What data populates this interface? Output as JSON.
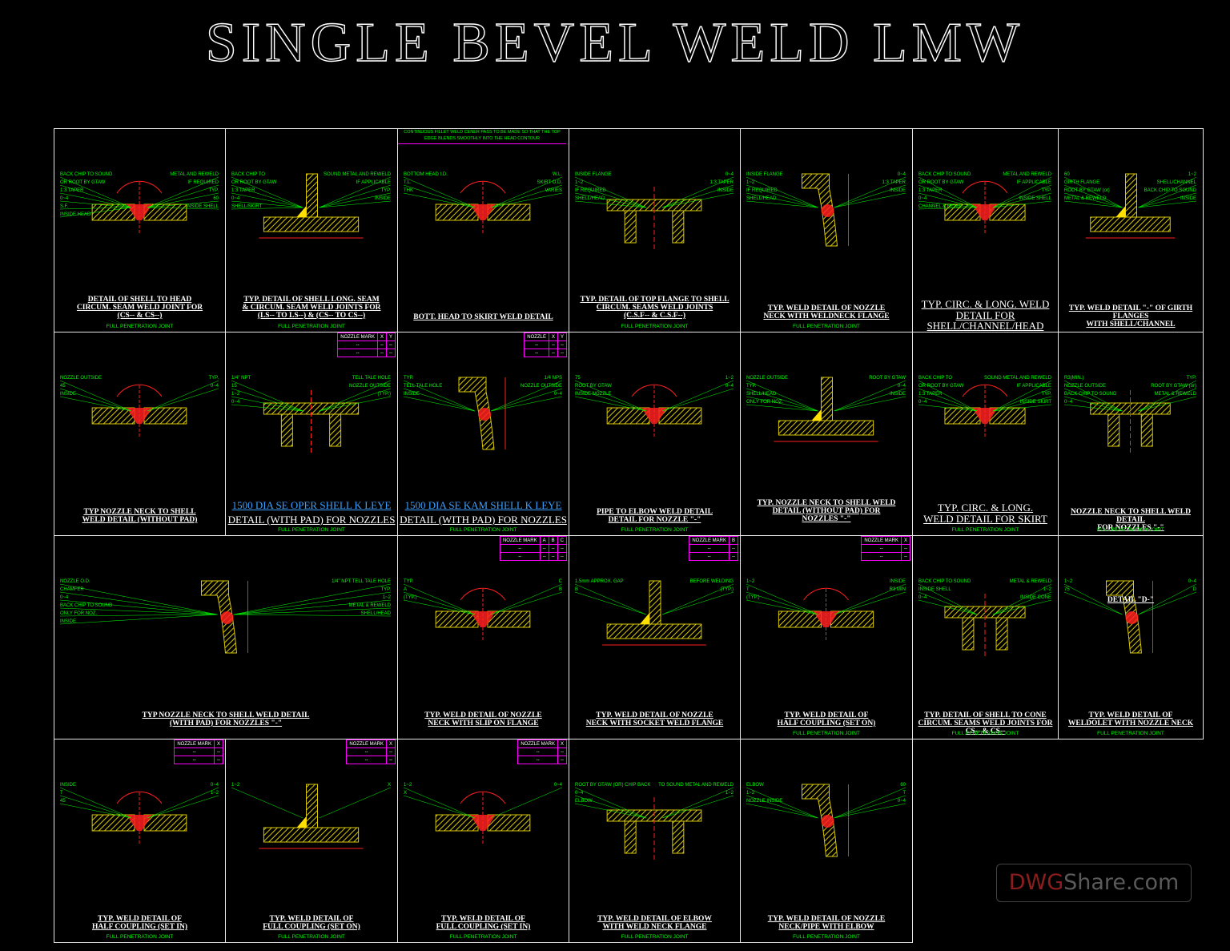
{
  "title": "SINGLE BEVEL WELD LMW",
  "watermark": {
    "part1": "DWG",
    "part2": "Share.com"
  },
  "top_note": "CONTINUOUS FILLET WELD CENER PASS TO BE MADE SO THAT THE TOP EDGE BLENDS SMOOTHLY INTO THE HEAD CONTOUR",
  "colors": {
    "background": "#000000",
    "frame": "#e8e8e8",
    "hatch": "#d8c800",
    "weld": "#ff2020",
    "labels": "#00ff00",
    "table": "#ff00ff",
    "link": "#3aa0ff"
  },
  "cells": [
    {
      "id": "c1",
      "title": "DETAIL OF SHELL TO HEAD\nCIRCUM. SEAM WELD JOINT FOR\n(CS-- & CS--)",
      "sub": "FULL PENETRATION JOINT",
      "labels": [
        "BACK CHIP TO SOUND",
        "METAL AND REWELD",
        "OR ROOT BY GTAW",
        "IF REQUIRED",
        "1:3 TAPER",
        "TYP.",
        "0~4",
        "60",
        "S.F.",
        "INSIDE SHELL",
        "INSIDE HEAD"
      ]
    },
    {
      "id": "c2",
      "title": "TYP. DETAIL OF SHELL LONG. SEAM\n& CIRCUM. SEAM WELD JOINTS FOR\n(LS-- TO LS--) & (CS-- TO CS--)",
      "sub": "FULL PENETRATION JOINT",
      "labels": [
        "BACK CHIP TO",
        "SOUND METAL AND REWELD",
        "OR ROOT BY GTAW",
        "IF APPLICABLE",
        "1:3 TAPER",
        "TYP.",
        "0~4",
        "INSIDE",
        "SHELL/SKIRT"
      ]
    },
    {
      "id": "c3",
      "title": "BOTT. HEAD TO SKIRT WELD DETAIL",
      "sub": "",
      "labels": [
        "BOTTOM HEAD I.D.",
        "W.L.",
        "T.L.",
        "SKIRT O.D.",
        "THK",
        "VARIES"
      ]
    },
    {
      "id": "c4",
      "title": "TYP. DETAIL OF TOP FLANGE TO SHELL\nCIRCUM. SEAMS WELD JOINTS\n(C.S.F-- & C.S.F--)",
      "sub": "FULL PENETRATION JOINT",
      "labels": [
        "INSIDE FLANGE",
        "0~4",
        "1~2",
        "1:3 TAPER",
        "IF REQUIRED",
        "INSIDE",
        "SHELL/HEAD"
      ]
    },
    {
      "id": "c5",
      "title": "TYP. WELD DETAIL OF NOZZLE\nNECK WITH WELDNECK FLANGE",
      "sub": "FULL PENETRATION JOINT",
      "labels": [
        "INSIDE FLANGE",
        "0~4",
        "1~2",
        "1:3 TAPER",
        "IF REQUIRED",
        "INSIDE",
        "SHELL/HEAD"
      ]
    },
    {
      "id": "c6",
      "title": "TYP. CIRC. & LONG. WELD\nDETAIL FOR SHELL/CHANNEL/HEAD",
      "sub": "",
      "labels": [
        "BACK CHIP TO SOUND",
        "METAL AND REWELD",
        "OR ROOT BY GTAW",
        "IF APPLICABLE",
        "1:3 TAPER",
        "TYP.",
        "0~4",
        "INSIDE SHELL",
        "CHANNEL & HEAD"
      ]
    },
    {
      "id": "c7",
      "title": "TYP. WELD DETAIL \"-\" OF GIRTH FLANGES\nWITH SHELL/CHANNEL",
      "sub": "",
      "labels": [
        "60",
        "1~2",
        "GIRTH FLANGE",
        "SHELL/CHANNEL",
        "ROOT BY GTAW (or)",
        "BACK CHIP TO SOUND",
        "METAL & REWELD",
        "INSIDE"
      ]
    },
    {
      "id": "c8",
      "title": "TYP NOZZLE NECK TO SHELL\nWELD DETAIL (WITHOUT PAD)",
      "sub": "",
      "labels": [
        "NOZZLE OUTSIDE",
        "TYP.",
        "45",
        "0~4",
        "INSIDE"
      ]
    },
    {
      "id": "c9",
      "title": "DETAIL (WITH PAD) FOR NOZZLES",
      "blue": "1500 DIA SE OPER SHELL K LEYE",
      "sub": "FULL PENETRATION JOINT",
      "table": [
        [
          "NOZZLE MARK",
          "X",
          "Y"
        ],
        [
          "--",
          "--",
          "--"
        ],
        [
          "--",
          "--",
          "--"
        ]
      ],
      "labels": [
        "1/4\" NPT",
        "TELL TALE HOLE",
        "15",
        "NOZZLE OUTSIDE",
        "1~2",
        "(TYP.)",
        "0~4"
      ]
    },
    {
      "id": "c10",
      "title": "DETAIL (WITH PAD) FOR NOZZLES",
      "blue": "1500 DIA SE KAM SHELL K LEYE",
      "sub": "FULL PENETRATION JOINT",
      "table": [
        [
          "NOZZLE",
          "X",
          "Y"
        ],
        [
          "--",
          "--",
          "--"
        ],
        [
          "--",
          "--",
          "--"
        ]
      ],
      "labels": [
        "TYP.",
        "1/4 NPS",
        "TELL TALE HOLE",
        "NOZZLE OUTSIDE",
        "INSIDE",
        "0~4"
      ]
    },
    {
      "id": "c11",
      "title": "PIPE TO ELBOW WELD DETAIL\nDETAIL FOR NOZZLE \"-\"",
      "sub": "FULL PENETRATION JOINT",
      "labels": [
        "75",
        "1~2",
        "ROOT BY GTAW",
        "0~4",
        "INSIDE NOZZLE"
      ]
    },
    {
      "id": "c12",
      "title": "TYP. NOZZLE NECK TO SHELL WELD\nDETAIL (WITHOUT PAD) FOR\nNOZZLES \"-\"",
      "sub": "",
      "labels": [
        "NOZZLE OUTSIDE",
        "ROOT BY GTAW",
        "TYP.",
        "0~4",
        "SHELL/HEAD",
        "INSIDE",
        "ONLY FOR NOZ."
      ]
    },
    {
      "id": "c13",
      "title": "TYP. CIRC. & LONG.\nWELD DETAIL FOR SKIRT",
      "sub": "FULL PENETRATION JOINT",
      "labels": [
        "BACK CHIP TO",
        "SOUND METAL AND REWELD",
        "OR ROOT BY GTAW",
        "IF APPLICABLE",
        "1:3 TAPER",
        "TYP.",
        "0~4",
        "INSIDE SKIRT"
      ]
    },
    {
      "id": "c14",
      "title": "NOZZLE NECK TO SHELL WELD DETAIL\nFOR NOZZLES \"-\"",
      "sub": "FULL PENETRATION JOINT",
      "labels": [
        "R3(MIN.)",
        "TYP.",
        "NOZZLE OUTSIDE",
        "ROOT BY GTAW (or)",
        "BACK CHIP TO SOUND",
        "METAL & REWELD",
        "0~4"
      ]
    },
    {
      "id": "c15",
      "title": "TYP NOZZLE NECK TO SHELL WELD DETAIL\n(WITH PAD) FOR NOZZLES \"-\"",
      "sub": "",
      "labels": [
        "NOZZLE O.D.",
        "1/4\" NPT TELL TALE HOLE",
        "CHAMFER",
        "TYP.",
        "0~4",
        "1~2",
        "BACK CHIP TO SOUND",
        "METAL & REWELD",
        "ONLY FOR NOZ.",
        "SHELL/HEAD",
        "INSIDE"
      ]
    },
    {
      "id": "c16",
      "title": "TYP. WELD DETAIL OF NOZZLE\nNECK WITH SLIP ON FLANGE",
      "sub": "",
      "table": [
        [
          "NOZZLE MARK",
          "A",
          "B",
          "C"
        ],
        [
          "--",
          "--",
          "--",
          "--"
        ],
        [
          "--",
          "--",
          "--",
          "--"
        ]
      ],
      "labels": [
        "TYP.",
        "C",
        "A",
        "B",
        "(TYP.)"
      ]
    },
    {
      "id": "c17",
      "title": "TYP. WELD DETAIL OF NOZZLE\nNECK WITH SOCKET WELD FLANGE",
      "sub": "",
      "table": [
        [
          "NOZZLE MARK",
          "B"
        ],
        [
          "--",
          "--"
        ],
        [
          "--",
          "--"
        ]
      ],
      "labels": [
        "1.5mm APPROX. GAP",
        "BEFORE WELDING",
        "B",
        "(TYP.)"
      ]
    },
    {
      "id": "c18",
      "title": "TYP. WELD DETAIL OF\nHALF COUPLING (SET ON)",
      "sub": "FULL PENETRATION JOINT",
      "table": [
        [
          "NOZZLE MARK",
          "X"
        ],
        [
          "--",
          "--"
        ],
        [
          "--",
          "--"
        ]
      ],
      "labels": [
        "1~2",
        "INSIDE",
        "T",
        "R3 MIN",
        "(TYP.)"
      ]
    },
    {
      "id": "c19",
      "title": "TYP. DETAIL OF SHELL TO CONE\nCIRCUM. SEAMS WELD JOINTS FOR CS-- & CS--",
      "sub": "FULL PENETRATION JOINT",
      "labels": [
        "BACK CHIP TO SOUND",
        "METAL & REWELD",
        "INSIDE SHELL",
        "1~2",
        "0~4",
        "INSIDE CONE"
      ]
    },
    {
      "id": "c20",
      "title": "TYP. WELD DETAIL OF\nWELDOLET WITH NOZZLE NECK",
      "sub": "FULL PENETRATION JOINT",
      "detail": "DETAIL \"D-\"",
      "labels": [
        "1~2",
        "0~4",
        "75",
        "D"
      ]
    },
    {
      "id": "c21",
      "title": "TYP. WELD DETAIL OF\nHALF COUPLING (SET IN)",
      "sub": "FULL PENETRATION JOINT",
      "table": [
        [
          "NOZZLE MARK",
          "X"
        ],
        [
          "--",
          "--"
        ],
        [
          "--",
          "--"
        ]
      ],
      "labels": [
        "INSIDE",
        "0~4",
        "T",
        "1~2",
        "45"
      ]
    },
    {
      "id": "c22",
      "title": "TYP. WELD DETAIL OF\nFULL COUPLING (SET ON)",
      "sub": "FULL PENETRATION JOINT",
      "table": [
        [
          "NOZZLE MARK",
          "X"
        ],
        [
          "--",
          "--"
        ],
        [
          "--",
          "--"
        ]
      ],
      "labels": [
        "1~2",
        "X"
      ]
    },
    {
      "id": "c23",
      "title": "TYP. WELD DETAIL OF\nFULL COUPLING (SET IN)",
      "sub": "FULL PENETRATION JOINT",
      "table": [
        [
          "NOZZLE MARK",
          "X"
        ],
        [
          "--",
          "--"
        ],
        [
          "--",
          "--"
        ]
      ],
      "labels": [
        "1~2",
        "0~4",
        "X"
      ]
    },
    {
      "id": "c24",
      "title": "TYP. WELD DETAIL OF ELBOW\nWITH WELD NECK FLANGE",
      "sub": "FULL PENETRATION JOINT",
      "labels": [
        "ROOT BY GTAW (OR) CHIP BACK",
        "TO SOUND METAL AND REWELD",
        "0~4",
        "1~2",
        "ELBOW"
      ]
    },
    {
      "id": "c25",
      "title": "TYP. WELD DETAIL OF NOZZLE\nNECK/PIPE WITH ELBOW",
      "sub": "FULL PENETRATION JOINT",
      "labels": [
        "ELBOW",
        "60",
        "1~2",
        "T",
        "NOZZLE INSIDE",
        "0~4"
      ]
    }
  ]
}
